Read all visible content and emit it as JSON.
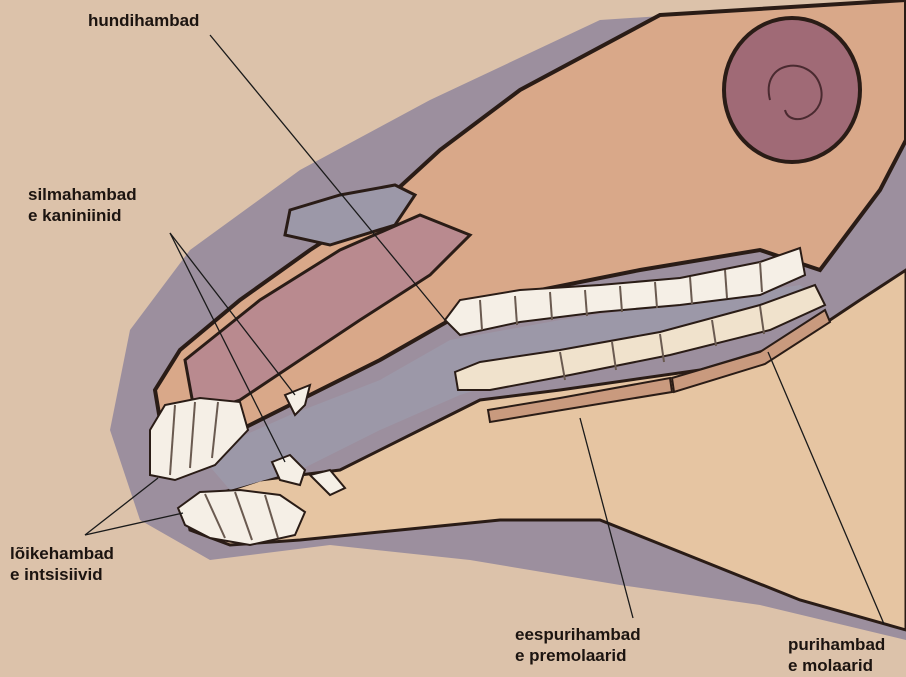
{
  "colors": {
    "background": "#dcc2aa",
    "shadow": "#9c8f9e",
    "skull": "#d9a889",
    "nasal": "#b98a8f",
    "eye": "#a06a76",
    "jaw": "#e6c5a2",
    "tooth": "#f5efe6",
    "outline": "#2a1c16",
    "leader": "#1a1a1a"
  },
  "labels": {
    "canine": "hundihambad",
    "silma_line1": "silmahambad",
    "silma_line2": "e kaniniinid",
    "loike_line1": "lõikehambad",
    "loike_line2": "e intsisiivid",
    "eespuri_line1": "eespurihambad",
    "eespuri_line2": "e premolaarid",
    "puri_line1": "purihambad",
    "puri_line2": "e molaarid"
  }
}
